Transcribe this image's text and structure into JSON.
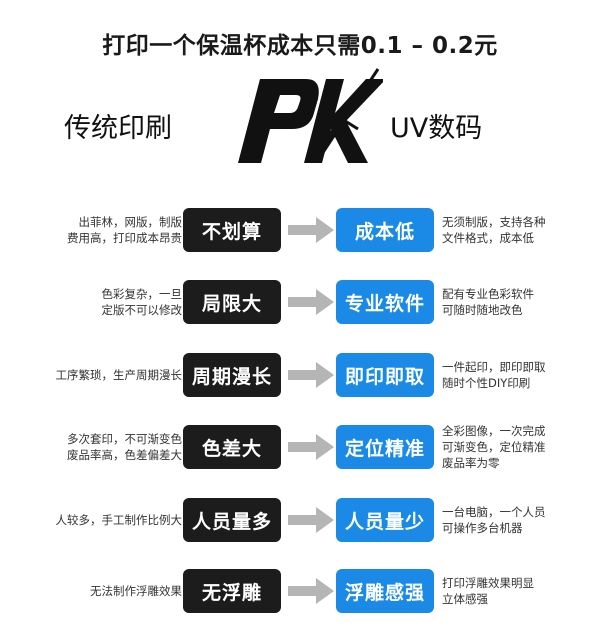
{
  "title": "打印一个保温杯成本只需0.1 – 0.2元",
  "header": {
    "left_label": "传统印刷",
    "logo_text": "PK",
    "right_label": "UV数码"
  },
  "colors": {
    "dark_button": "#1c1c1c",
    "blue_button": "#1a8ae6",
    "arrow": "#b5b5b5"
  },
  "rows": [
    {
      "left_lines": [
        "出菲林，网版，制版",
        "费用高，打印成本昂贵"
      ],
      "bad": "不划算",
      "good": "成本低",
      "right_lines": [
        "无须制版，支持各种",
        "文件格式，成本低"
      ]
    },
    {
      "left_lines": [
        "色彩复杂，一旦",
        "定版不可以修改"
      ],
      "bad": "局限大",
      "good": "专业软件",
      "right_lines": [
        "配有专业色彩软件",
        "可随时随地改色"
      ]
    },
    {
      "left_lines": [
        "工序繁琐，生产周期漫长"
      ],
      "bad": "周期漫长",
      "good": "即印即取",
      "right_lines": [
        "一件起印，即印即取",
        "随时个性DIY印刷"
      ]
    },
    {
      "left_lines": [
        "多次套印，不可渐变色",
        "废品率高，色差偏差大"
      ],
      "bad": "色差大",
      "good": "定位精准",
      "right_lines": [
        "全彩图像，一次完成",
        "可渐变色，定位精准",
        "废品率为零"
      ]
    },
    {
      "left_lines": [
        "人较多，手工制作比例大"
      ],
      "bad": "人员量多",
      "good": "人员量少",
      "right_lines": [
        "一台电脑，一个人员",
        "可操作多台机器"
      ]
    },
    {
      "left_lines": [
        "无法制作浮雕效果"
      ],
      "bad": "无浮雕",
      "good": "浮雕感强",
      "right_lines": [
        "打印浮雕效果明显",
        "立体感强"
      ]
    }
  ]
}
